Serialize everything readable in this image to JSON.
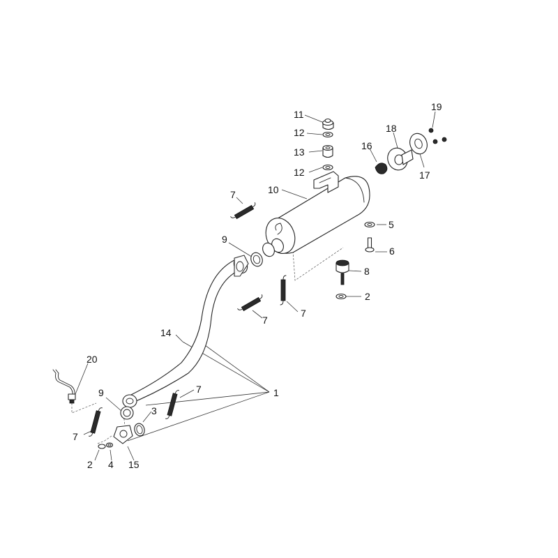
{
  "diagram": {
    "callouts": [
      {
        "id": "c11",
        "text": "11"
      },
      {
        "id": "c12a",
        "text": "12"
      },
      {
        "id": "c13",
        "text": "13"
      },
      {
        "id": "c12b",
        "text": "12"
      },
      {
        "id": "c16",
        "text": "16"
      },
      {
        "id": "c18",
        "text": "18"
      },
      {
        "id": "c19",
        "text": "19"
      },
      {
        "id": "c17",
        "text": "17"
      },
      {
        "id": "c10",
        "text": "10"
      },
      {
        "id": "c7a",
        "text": "7"
      },
      {
        "id": "c5",
        "text": "5"
      },
      {
        "id": "c9a",
        "text": "9"
      },
      {
        "id": "c6",
        "text": "6"
      },
      {
        "id": "c8",
        "text": "8"
      },
      {
        "id": "c2a",
        "text": "2"
      },
      {
        "id": "c7b",
        "text": "7"
      },
      {
        "id": "c7c",
        "text": "7"
      },
      {
        "id": "c14",
        "text": "14"
      },
      {
        "id": "c20",
        "text": "20"
      },
      {
        "id": "c1",
        "text": "1"
      },
      {
        "id": "c9b",
        "text": "9"
      },
      {
        "id": "c7d",
        "text": "7"
      },
      {
        "id": "c3",
        "text": "3"
      },
      {
        "id": "c7e",
        "text": "7"
      },
      {
        "id": "c2b",
        "text": "2"
      },
      {
        "id": "c4",
        "text": "4"
      },
      {
        "id": "c15",
        "text": "15"
      }
    ]
  }
}
